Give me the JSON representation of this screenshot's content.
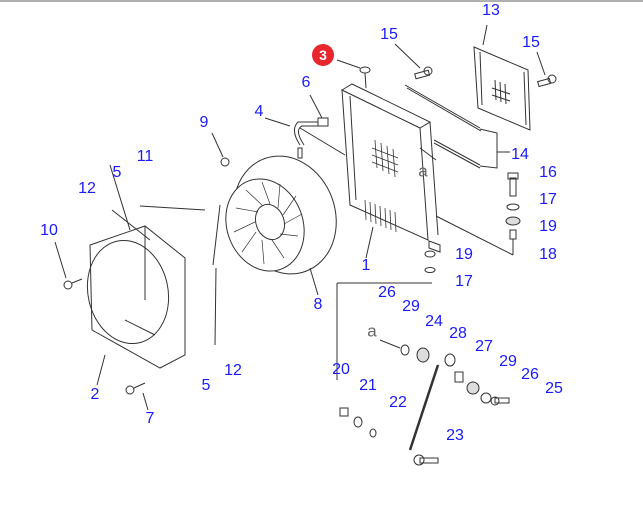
{
  "diagram": {
    "highlighted_part": "3",
    "highlight_color": "#e8262b",
    "label_color": "#1a1aff",
    "labels": [
      "13",
      "15",
      "15",
      "6",
      "4",
      "9",
      "14",
      "16",
      "17",
      "19",
      "18",
      "19",
      "17",
      "11",
      "5",
      "12",
      "10",
      "1",
      "8",
      "2",
      "7",
      "5",
      "12",
      "26",
      "29",
      "24",
      "28",
      "27",
      "29",
      "26",
      "25",
      "20",
      "21",
      "22",
      "23"
    ],
    "refs": [
      "a",
      "a"
    ]
  }
}
